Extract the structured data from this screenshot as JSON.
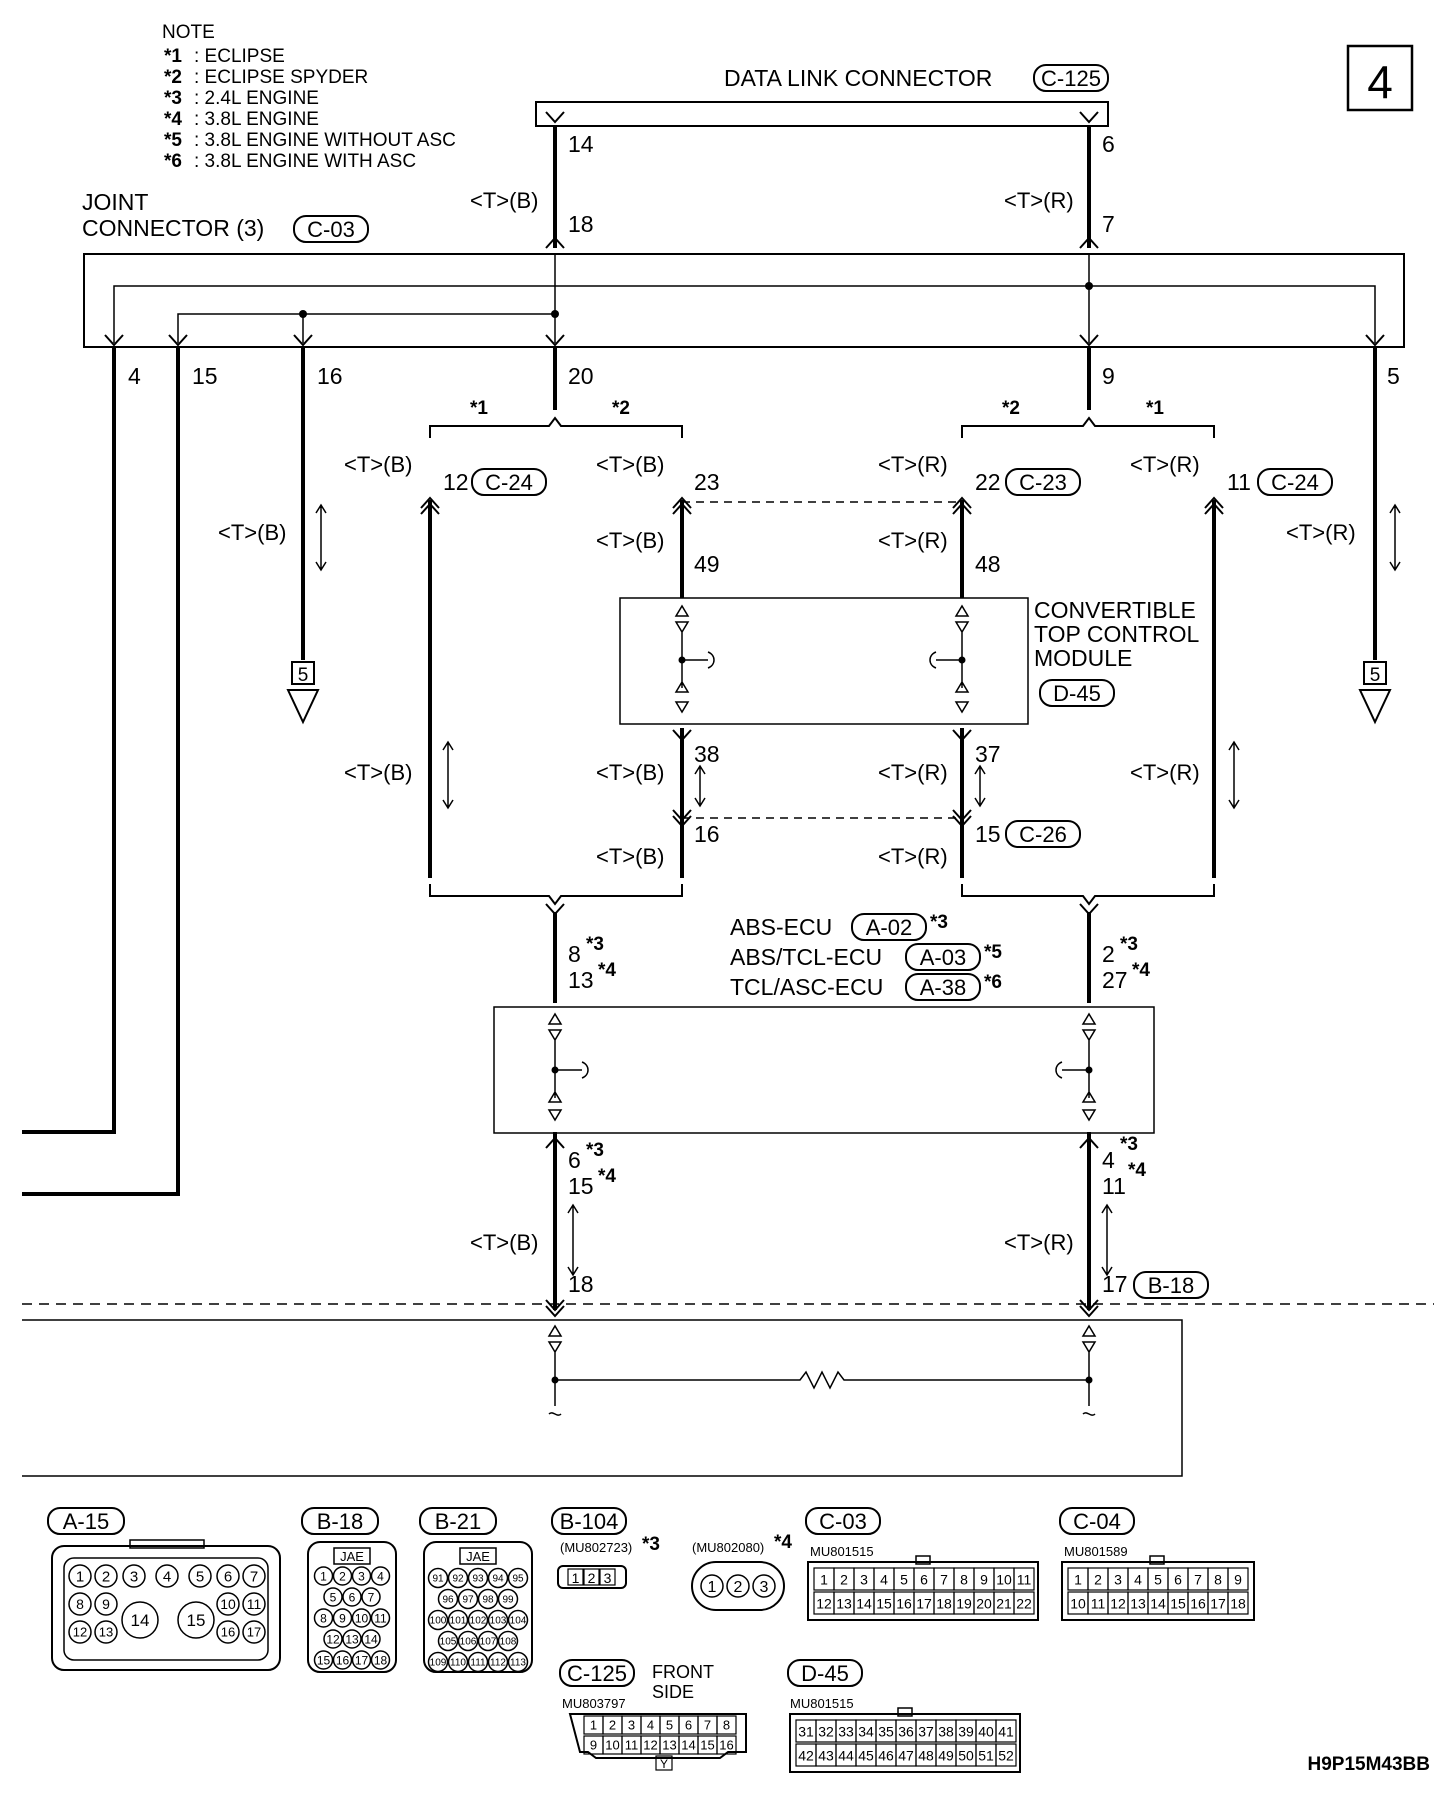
{
  "page_number": "4",
  "figure_code": "H9P15M43BB",
  "note": {
    "title": "NOTE",
    "items": [
      {
        "mark": "*1",
        "text": ": ECLIPSE"
      },
      {
        "mark": "*2",
        "text": ": ECLIPSE SPYDER"
      },
      {
        "mark": "*3",
        "text": ": 2.4L ENGINE"
      },
      {
        "mark": "*4",
        "text": ": 3.8L ENGINE"
      },
      {
        "mark": "*5",
        "text": ": 3.8L ENGINE WITHOUT ASC"
      },
      {
        "mark": "*6",
        "text": ": 3.8L ENGINE WITH ASC"
      }
    ]
  },
  "data_link_connector": {
    "label": "DATA LINK CONNECTOR",
    "code": "C-125",
    "pins": [
      "14",
      "6"
    ]
  },
  "joint_connector": {
    "label_line1": "JOINT",
    "label_line2": "CONNECTOR (3)",
    "code": "C-03",
    "pins_top": [
      "18",
      "7"
    ],
    "pins_bottom": [
      "4",
      "15",
      "16",
      "20",
      "9",
      "5"
    ]
  },
  "wire_labels": {
    "b": "<T>(B)",
    "r": "<T>(R)"
  },
  "variant_marks": {
    "m1": "*1",
    "m2": "*2",
    "m3": "*3",
    "m4": "*4",
    "m5": "*5",
    "m6": "*6"
  },
  "pins": {
    "c24_left": "12",
    "c24_right": "11",
    "c23": "22",
    "p23": "23",
    "p49": "49",
    "p48": "48",
    "p38": "38",
    "p37": "37",
    "p16": "16",
    "p15": "15",
    "abs_l1": "8",
    "abs_l2": "13",
    "abs_r1": "2",
    "abs_r2": "27",
    "abs_bl1": "6",
    "abs_bl2": "15",
    "abs_br1": "4",
    "abs_br2": "11",
    "b18_left": "18",
    "b18_right": "17"
  },
  "connector_codes": {
    "c24": "C-24",
    "c23": "C-23",
    "c26": "C-26",
    "b18": "B-18",
    "d45": "D-45",
    "a02": "A-02",
    "a03": "A-03",
    "a38": "A-38"
  },
  "convertible_module": {
    "line1": "CONVERTIBLE",
    "line2": "TOP CONTROL",
    "line3": "MODULE"
  },
  "abs_units": {
    "abs": "ABS-ECU",
    "abs_tcl": "ABS/TCL-ECU",
    "tcl_asc": "TCL/ASC-ECU"
  },
  "page_refs": {
    "left": "5",
    "right": "5"
  },
  "connector_views": {
    "a15": {
      "code": "A-15",
      "row1": [
        "1",
        "2",
        "3",
        "4",
        "5",
        "6",
        "7"
      ],
      "row2": [
        "8",
        "9",
        "10",
        "11"
      ],
      "big": [
        "14",
        "15"
      ],
      "row3": [
        "12",
        "13",
        "16",
        "17"
      ]
    },
    "b18": {
      "code": "B-18",
      "maker": "JAE",
      "rows": [
        [
          "1",
          "2",
          "3",
          "4"
        ],
        [
          "5",
          "6",
          "7"
        ],
        [
          "8",
          "9",
          "10",
          "11"
        ],
        [
          "12",
          "13",
          "14"
        ],
        [
          "15",
          "16",
          "17",
          "18"
        ]
      ]
    },
    "b21": {
      "code": "B-21",
      "maker": "JAE",
      "rows": [
        [
          "91",
          "92",
          "93",
          "94",
          "95"
        ],
        [
          "96",
          "97",
          "98",
          "99"
        ],
        [
          "100",
          "101",
          "102",
          "103",
          "104"
        ],
        [
          "105",
          "106",
          "107",
          "108"
        ],
        [
          "109",
          "110",
          "111",
          "112",
          "113"
        ]
      ]
    },
    "b104": {
      "code": "B-104",
      "part": "(MU802723)",
      "mark": "*3",
      "pins": [
        "1",
        "2",
        "3"
      ]
    },
    "mu802080": {
      "part": "(MU802080)",
      "mark": "*4",
      "pins": [
        "1",
        "2",
        "3"
      ]
    },
    "c03": {
      "code": "C-03",
      "part": "MU801515",
      "row1": [
        "1",
        "2",
        "3",
        "4",
        "5",
        "6",
        "7",
        "8",
        "9",
        "10",
        "11"
      ],
      "row2": [
        "12",
        "13",
        "14",
        "15",
        "16",
        "17",
        "18",
        "19",
        "20",
        "21",
        "22"
      ]
    },
    "c04": {
      "code": "C-04",
      "part": "MU801589",
      "row1": [
        "1",
        "2",
        "3",
        "4",
        "5",
        "6",
        "7",
        "8",
        "9"
      ],
      "row2": [
        "10",
        "11",
        "12",
        "13",
        "14",
        "15",
        "16",
        "17",
        "18"
      ]
    },
    "c125": {
      "code": "C-125",
      "part": "MU803797",
      "front": "FRONT",
      "side": "SIDE",
      "row1": [
        "1",
        "2",
        "3",
        "4",
        "5",
        "6",
        "7",
        "8"
      ],
      "row2": [
        "9",
        "10",
        "11",
        "12",
        "13",
        "14",
        "15",
        "16"
      ],
      "key": "Y"
    },
    "d45": {
      "code": "D-45",
      "part": "MU801515",
      "row1": [
        "31",
        "32",
        "33",
        "34",
        "35",
        "36",
        "37",
        "38",
        "39",
        "40",
        "41"
      ],
      "row2": [
        "42",
        "43",
        "44",
        "45",
        "46",
        "47",
        "48",
        "49",
        "50",
        "51",
        "52"
      ]
    }
  }
}
